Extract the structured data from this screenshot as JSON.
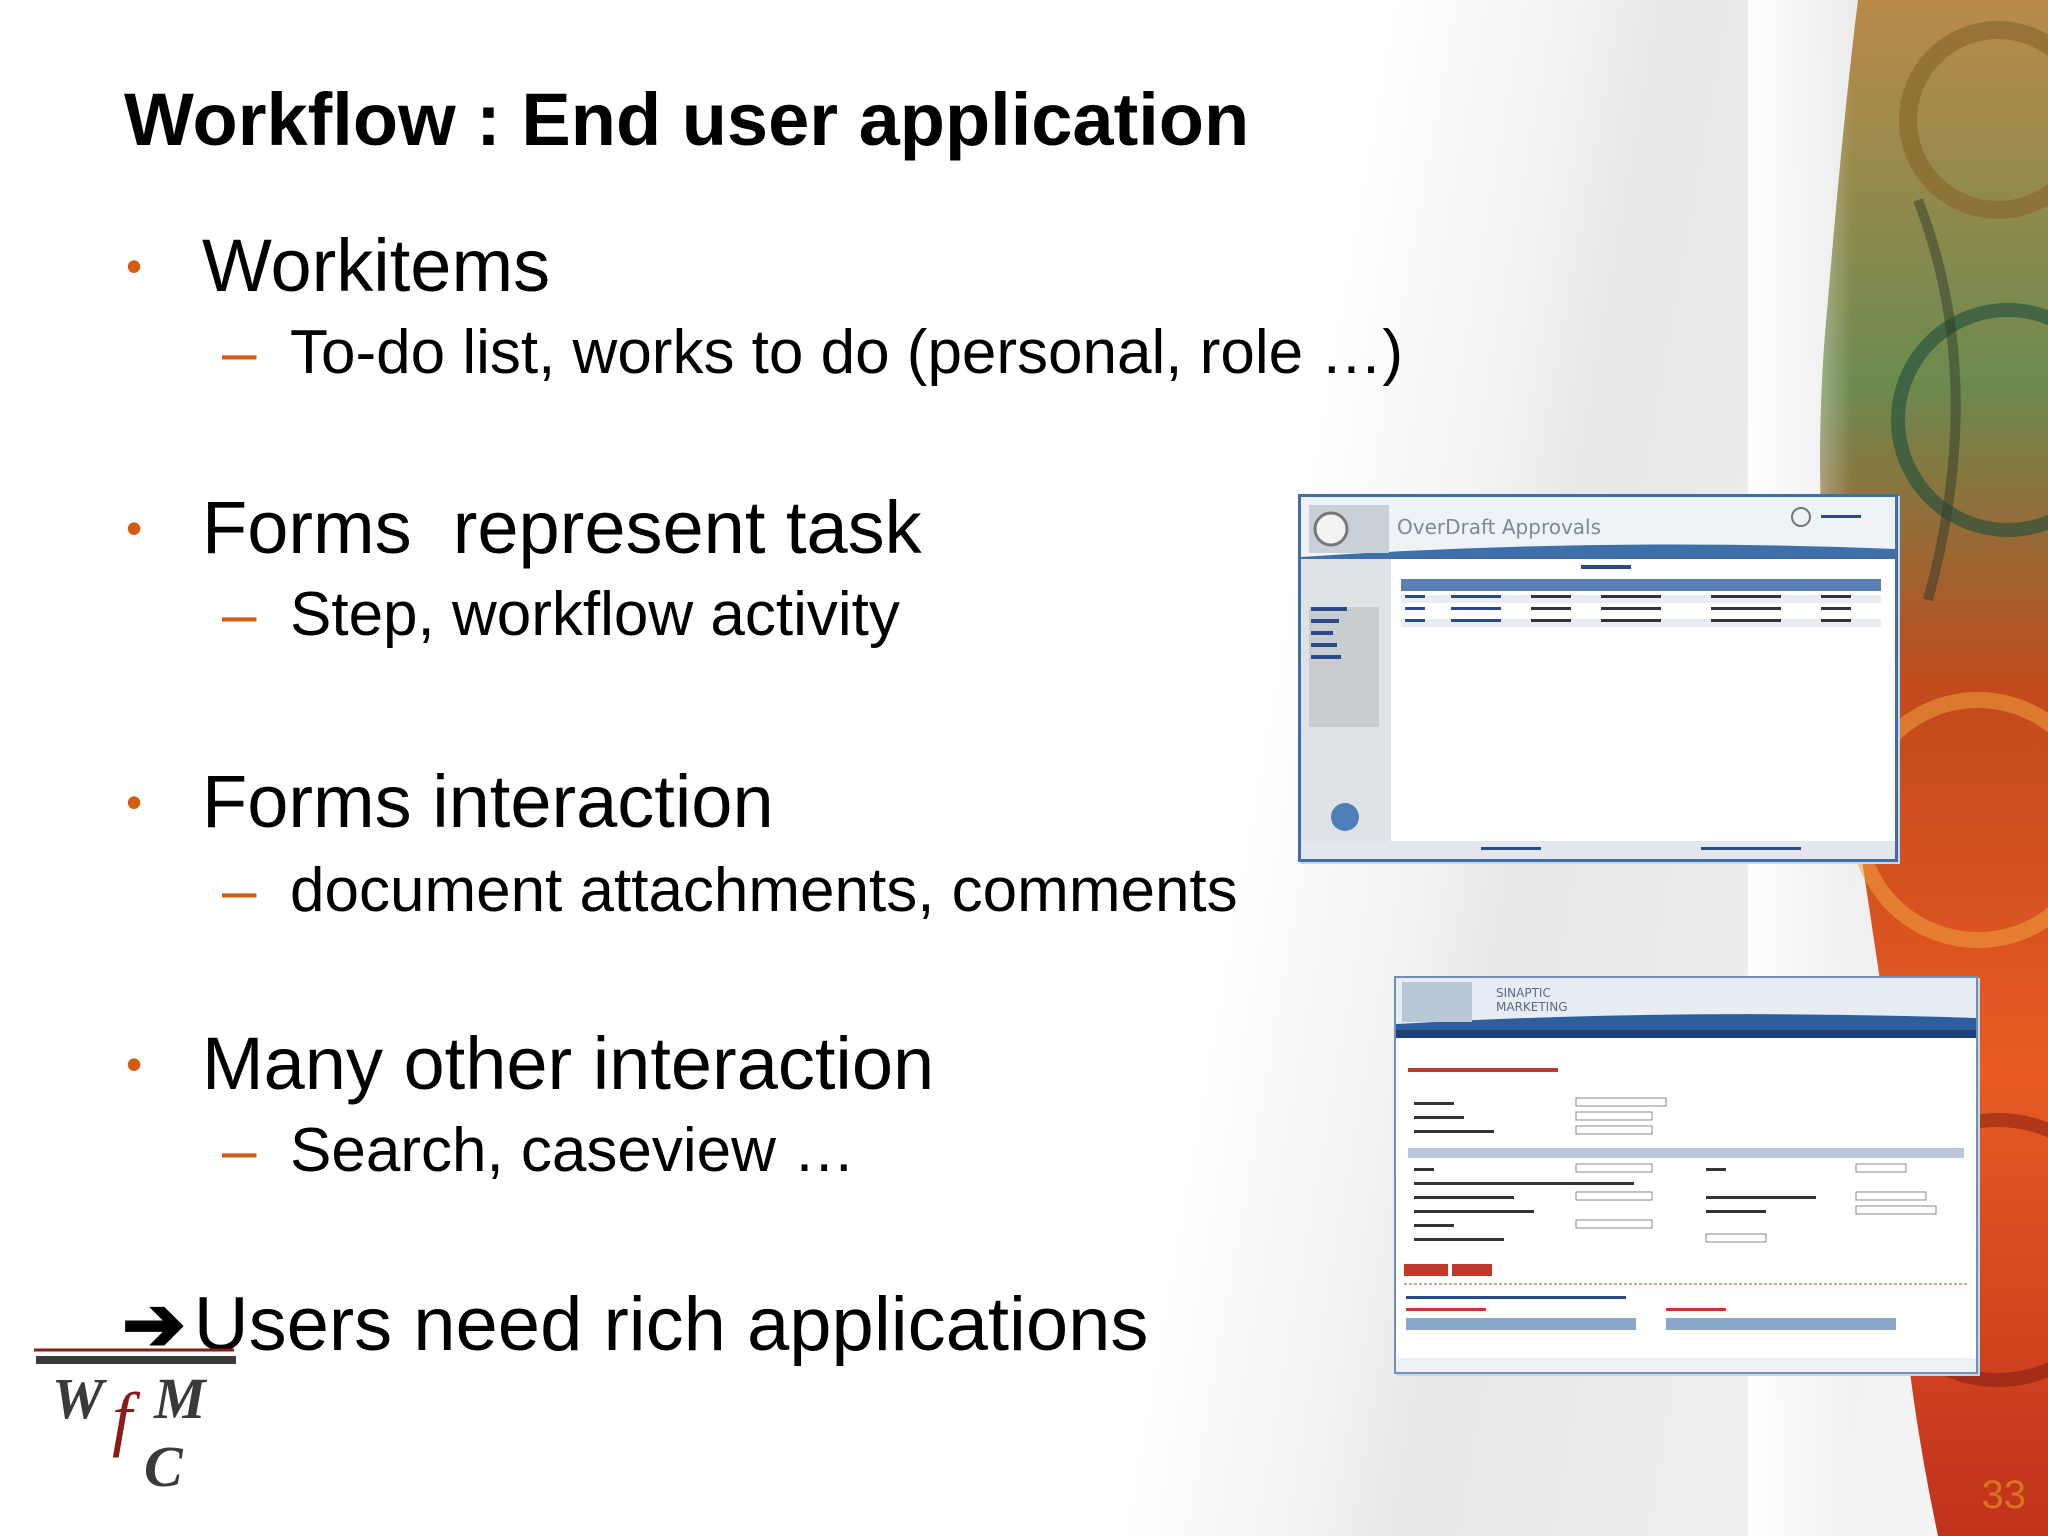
{
  "slide": {
    "title": "Workflow : End user application",
    "page_number": "33",
    "accent_color": "#d55a12",
    "bullets": [
      {
        "text": "Workitems",
        "sub": "To-do list, works to do (personal, role …)"
      },
      {
        "text": "Forms  represent task",
        "sub": "Step, workflow activity"
      },
      {
        "text": "Forms interaction",
        "sub": "document attachments, comments"
      },
      {
        "text": "Many other interaction",
        "sub": "Search, caseview …"
      }
    ],
    "conclusion": {
      "arrow": "➔",
      "text": "Users need rich applications"
    },
    "bullet_symbol": "•",
    "sub_bullet_symbol": "–"
  },
  "screenshot1": {
    "title": "OverDraft Approvals"
  },
  "screenshot2": {
    "brand_line1": "SINAPTIC",
    "brand_line2": "MARKETING"
  },
  "logo": {
    "letters": "WfMC"
  }
}
